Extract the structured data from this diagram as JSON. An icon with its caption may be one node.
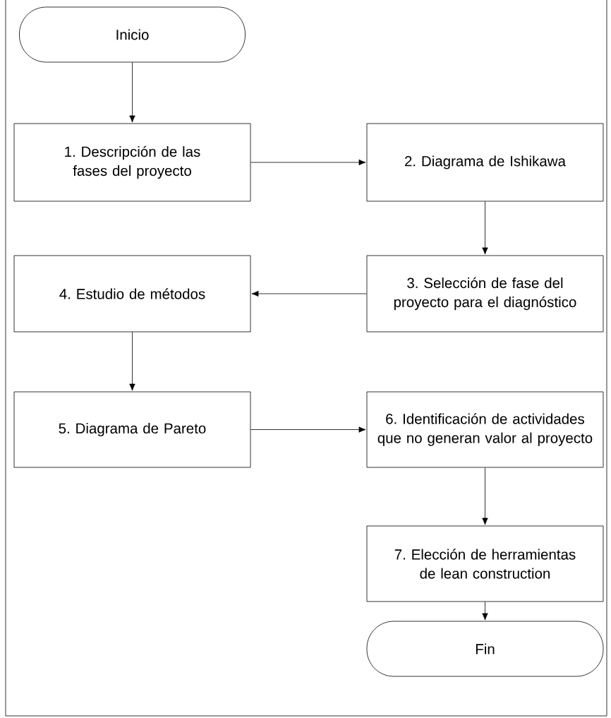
{
  "diagram": {
    "nodes": [
      {
        "text": [
          "Inicio"
        ]
      },
      {
        "text": [
          "1. Descripción de las fases del proyecto"
        ]
      },
      {
        "text": [
          "2. Diagrama de Ishikawa"
        ]
      },
      {
        "text": [
          "3. Selección de fase del proyecto para el diagnóstico"
        ]
      },
      {
        "text": [
          "4. Estudio de métodos"
        ]
      },
      {
        "text": [
          "5. Diagrama de Pareto"
        ]
      },
      {
        "text": [
          "6. Identificación de actividades que no generan valor al proyecto"
        ]
      },
      {
        "text": [
          "7. Elección de herramientas de lean construction"
        ]
      },
      {
        "text": [
          "Fin"
        ]
      }
    ],
    "edges": [
      {
        "from": 0,
        "to": 1,
        "arrow": "to"
      },
      {
        "from": 1,
        "to": 2,
        "arrow": "to"
      },
      {
        "from": 2,
        "to": 3,
        "arrow": "to"
      },
      {
        "from": 3,
        "to": 4,
        "arrow": "to"
      },
      {
        "from": 4,
        "to": 5,
        "arrow": "to"
      },
      {
        "from": 5,
        "to": 6,
        "arrow": "to"
      },
      {
        "from": 6,
        "to": 7,
        "arrow": "to"
      },
      {
        "from": 7,
        "to": 8,
        "arrow": "to"
      }
    ]
  }
}
